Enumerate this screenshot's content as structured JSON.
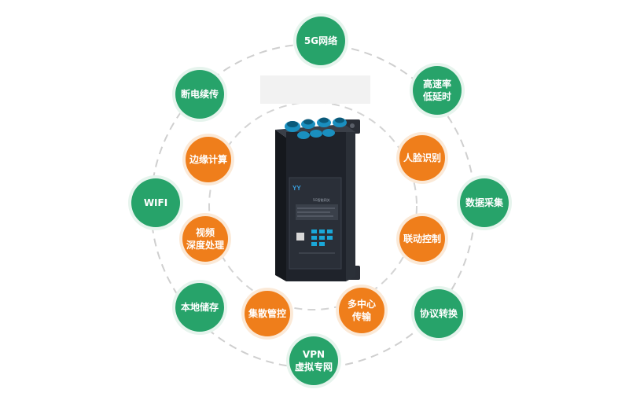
{
  "outer_features": [
    {
      "id": "5g-network",
      "label": "5G网络"
    },
    {
      "id": "high-speed-low-latency",
      "label": "高速率\n低延时"
    },
    {
      "id": "data-collection",
      "label": "数据采集"
    },
    {
      "id": "protocol-conversion",
      "label": "协议转换"
    },
    {
      "id": "vpn-virtual-network",
      "label": "VPN\n虚拟专网"
    },
    {
      "id": "local-storage",
      "label": "本地储存"
    },
    {
      "id": "wifi",
      "label": "WIFI"
    },
    {
      "id": "power-off-resume",
      "label": "断电续传"
    }
  ],
  "inner_features": [
    {
      "id": "face-recognition",
      "label": "人脸识别"
    },
    {
      "id": "linkage-control",
      "label": "联动控制"
    },
    {
      "id": "multi-center-transmission",
      "label": "多中心\n传输"
    },
    {
      "id": "distributed-management",
      "label": "集散管控"
    },
    {
      "id": "video-depth-processing",
      "label": "视频\n深度处理"
    },
    {
      "id": "edge-computing",
      "label": "边缘计算"
    }
  ],
  "device": {
    "logo_text": "YY",
    "model_text": "5G智能网关"
  },
  "colors": {
    "green": "#27a36a",
    "orange": "#ef7e1b",
    "ring": "#c9c9c9",
    "device_body": "#1f232b",
    "port_blue": "#1aa7d8"
  }
}
